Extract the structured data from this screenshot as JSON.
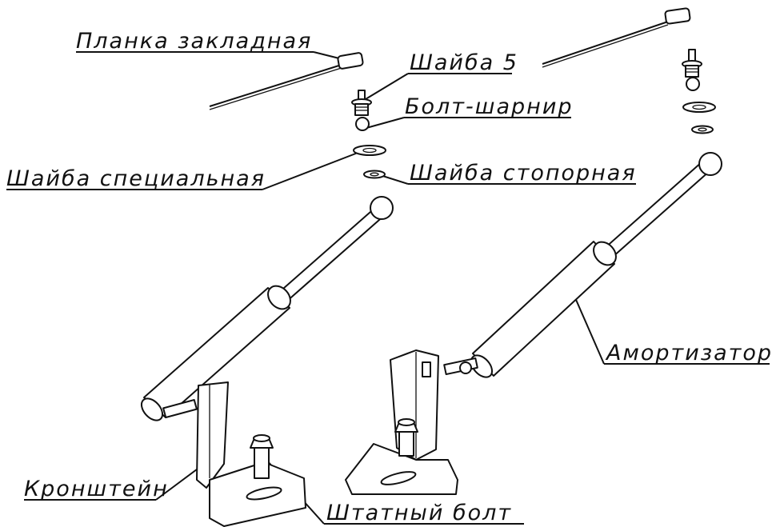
{
  "labels": {
    "planka": "Планка закладная",
    "shayba5": "Шайба 5",
    "bolt_sharnir": "Болт-шарнир",
    "shayba_spec": "Шайба специальная",
    "shayba_stop": "Шайба стопорная",
    "amortizator": "Амортизатор",
    "kronshtein": "Кронштейн",
    "shtatny_bolt": "Штатный болт"
  },
  "colors": {
    "line": "#111111",
    "background": "#ffffff"
  }
}
